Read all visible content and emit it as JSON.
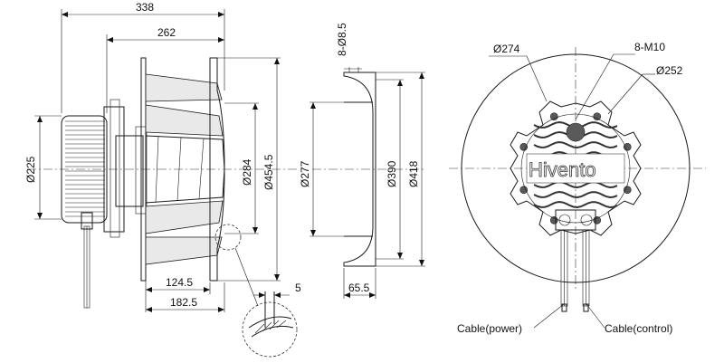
{
  "side_view": {
    "dim_overall_length": "338",
    "dim_impeller_length": "262",
    "dim_motor_diameter": "Ø225",
    "dim_hub_diameter": "Ø284",
    "dim_impeller_diameter": "Ø454.5",
    "dim_flange_offset_a": "124.5",
    "dim_flange_offset_b": "182.5",
    "dim_detail_gap": "5"
  },
  "inlet_ring_view": {
    "dim_holes": "8-Ø8.5",
    "dim_inner_diameter": "Ø277",
    "dim_pitch_diameter": "Ø390",
    "dim_outer_diameter": "Ø418",
    "dim_depth": "65.5"
  },
  "front_view": {
    "dim_mount_circle": "Ø274",
    "dim_threads": "8-M10",
    "dim_bolt_circle": "Ø252",
    "brand": "Hivento",
    "cable_power": "Cable(power)",
    "cable_control": "Cable(control)"
  }
}
